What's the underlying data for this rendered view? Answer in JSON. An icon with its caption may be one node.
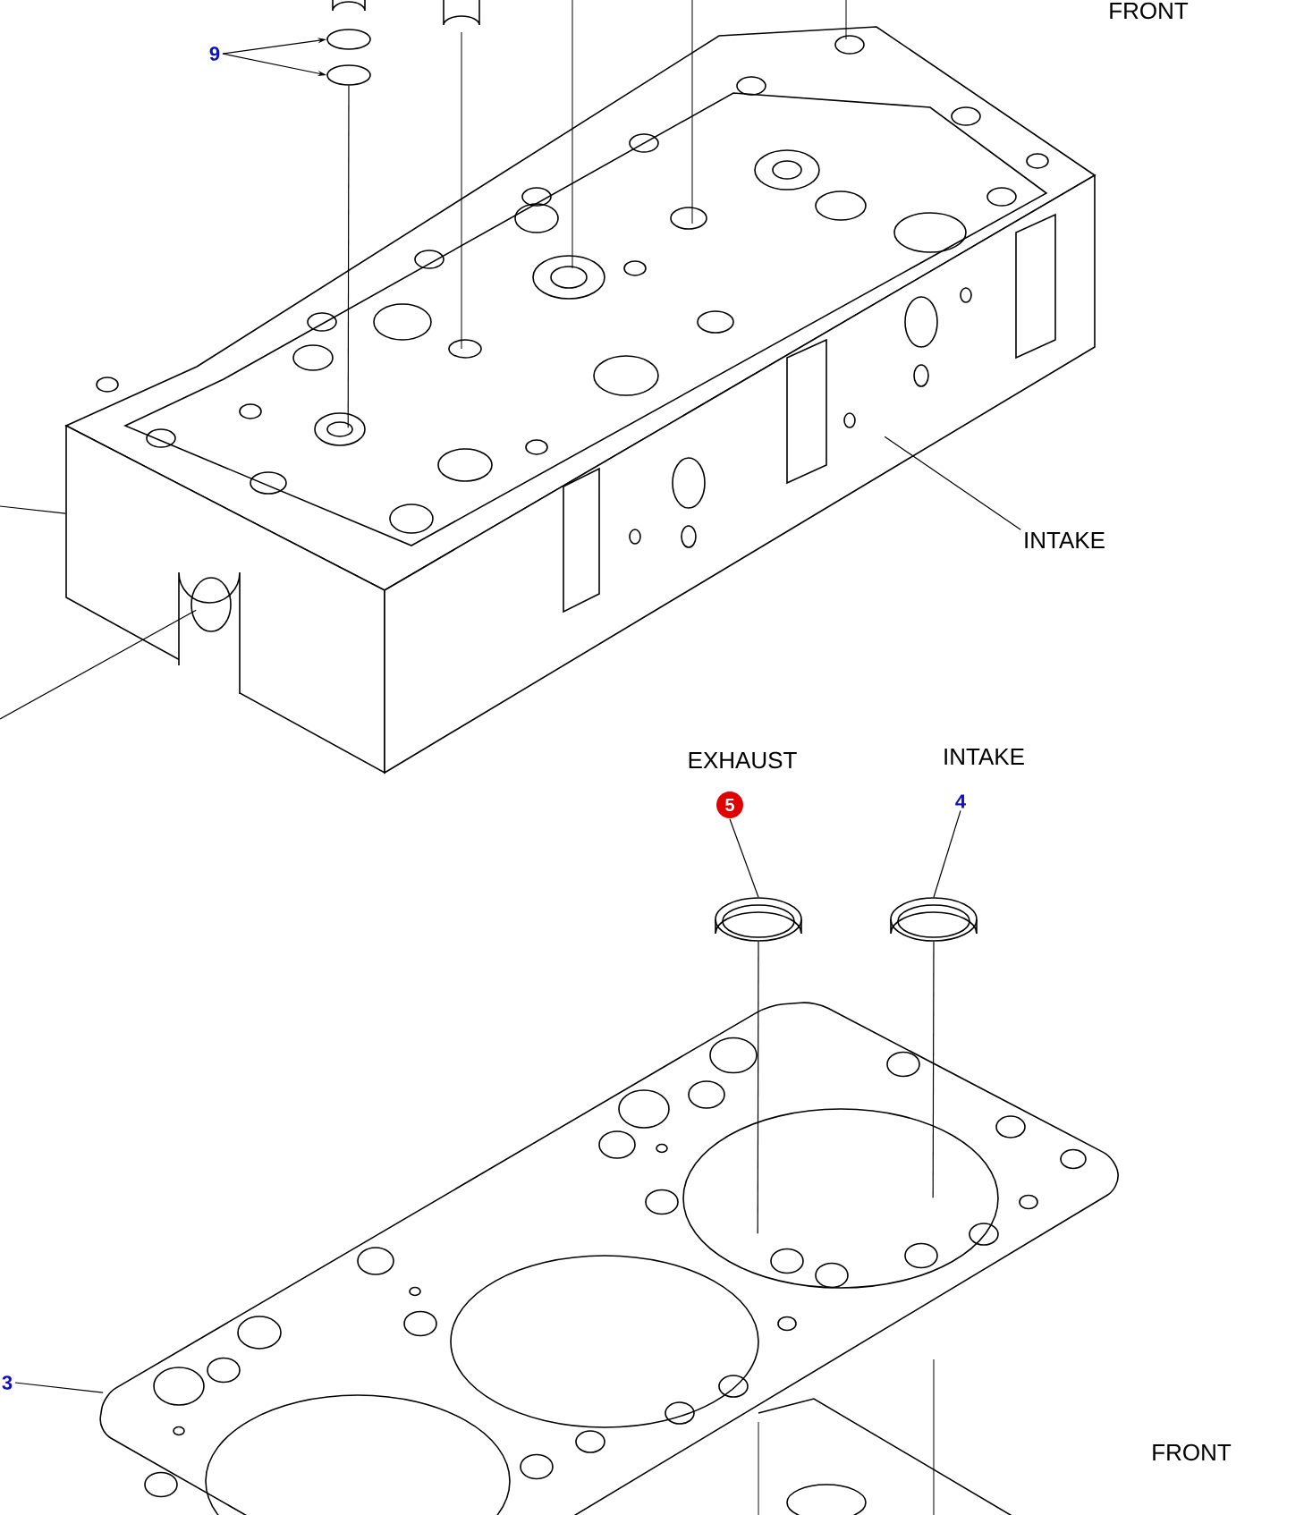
{
  "diagram": {
    "nodes": [
      {
        "text": [
          "9"
        ]
      },
      {
        "text": [],
        "shape": "circle"
      },
      {
        "text": [],
        "shape": "circle"
      },
      {
        "text": [
          "INTAKE"
        ]
      },
      {
        "text": [],
        "shape": "picture"
      },
      {
        "text": [
          "5"
        ]
      },
      {
        "text": [],
        "shape": "circle"
      },
      {
        "text": [
          "4"
        ]
      },
      {
        "text": [],
        "shape": "circle"
      },
      {
        "text": [
          "3"
        ]
      },
      {
        "text": [],
        "shape": "picture"
      }
    ],
    "edges": [
      {
        "from": 0,
        "to": 1,
        "arrow": "to"
      },
      {
        "from": 0,
        "to": 2,
        "arrow": "to"
      },
      {
        "from": 3,
        "to": 4,
        "arrow": "none"
      },
      {
        "from": 5,
        "to": 6,
        "arrow": "none"
      },
      {
        "from": 7,
        "to": 8,
        "arrow": "none"
      },
      {
        "from": 9,
        "to": 10,
        "arrow": "none"
      },
      {
        "from": null,
        "to": 4,
        "arrow": "none"
      },
      {
        "from": null,
        "to": 4,
        "arrow": "none"
      },
      {
        "from": 2,
        "to": 4,
        "arrow": "none"
      },
      {
        "from": 6,
        "to": 10,
        "arrow": "none"
      },
      {
        "from": 8,
        "to": 10,
        "arrow": "none"
      }
    ],
    "labels": [
      "FRONT",
      "EXHAUST",
      "INTAKE",
      "FRONT"
    ]
  }
}
